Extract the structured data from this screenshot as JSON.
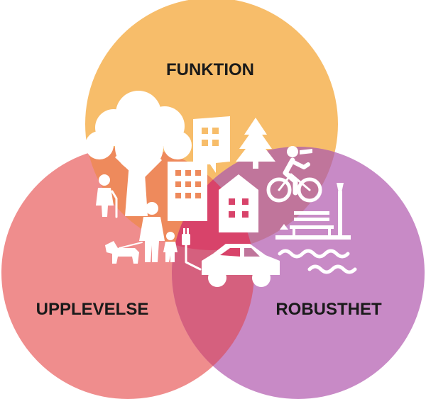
{
  "diagram": {
    "circles": [
      {
        "id": "funktion",
        "label": "FUNKTION",
        "color": "#f7bd6a"
      },
      {
        "id": "upplevelse",
        "label": "UPPLEVELSE",
        "color": "#ef8d8d"
      },
      {
        "id": "robusthet",
        "label": "ROBUSTHET",
        "color": "#c88ac6"
      }
    ],
    "overlap_colors": {
      "funktion_upplevelse": "#ee8a5c",
      "funktion_robusthet": "#c0759b",
      "upplevelse_robusthet": "#d5607e",
      "center": "#d8436a"
    },
    "icons": [
      "tree-icon",
      "elderly-person-icon",
      "apartment-building-icon",
      "office-building-icon",
      "pine-tree-icon",
      "cyclist-icon",
      "house-icon",
      "parent-child-icon",
      "dog-icon",
      "ev-charger-icon",
      "car-icon",
      "street-lamp-icon",
      "park-bench-icon",
      "water-waves-icon"
    ]
  }
}
